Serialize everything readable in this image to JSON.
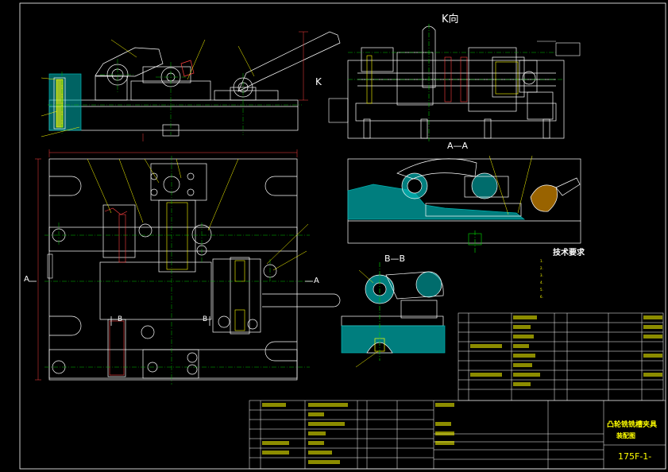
{
  "views": {
    "k_view_title": "K向",
    "section_aa_title": "A—A",
    "section_bb_title": "B—B",
    "k_arrow_label": "K",
    "section_marks": {
      "a_left": "A",
      "a_right": "A",
      "b_left": "B",
      "b_right": "B"
    }
  },
  "technical_requirements": {
    "title": "技术要求",
    "items": [
      "1.",
      "2.",
      "3.",
      "4.",
      "5.",
      "6."
    ]
  },
  "title_block": {
    "part_name": "凸轮铣铣槽夹具",
    "drawing_type": "装配图",
    "drawing_number": "175F-1-"
  },
  "colors": {
    "background": "#000000",
    "outline": "#ffffff",
    "leader": "#ffff00",
    "centerline": "#00c000",
    "hatch": "#00b4b4",
    "section_line": "#0080ff",
    "dimension": "#ff4040"
  }
}
